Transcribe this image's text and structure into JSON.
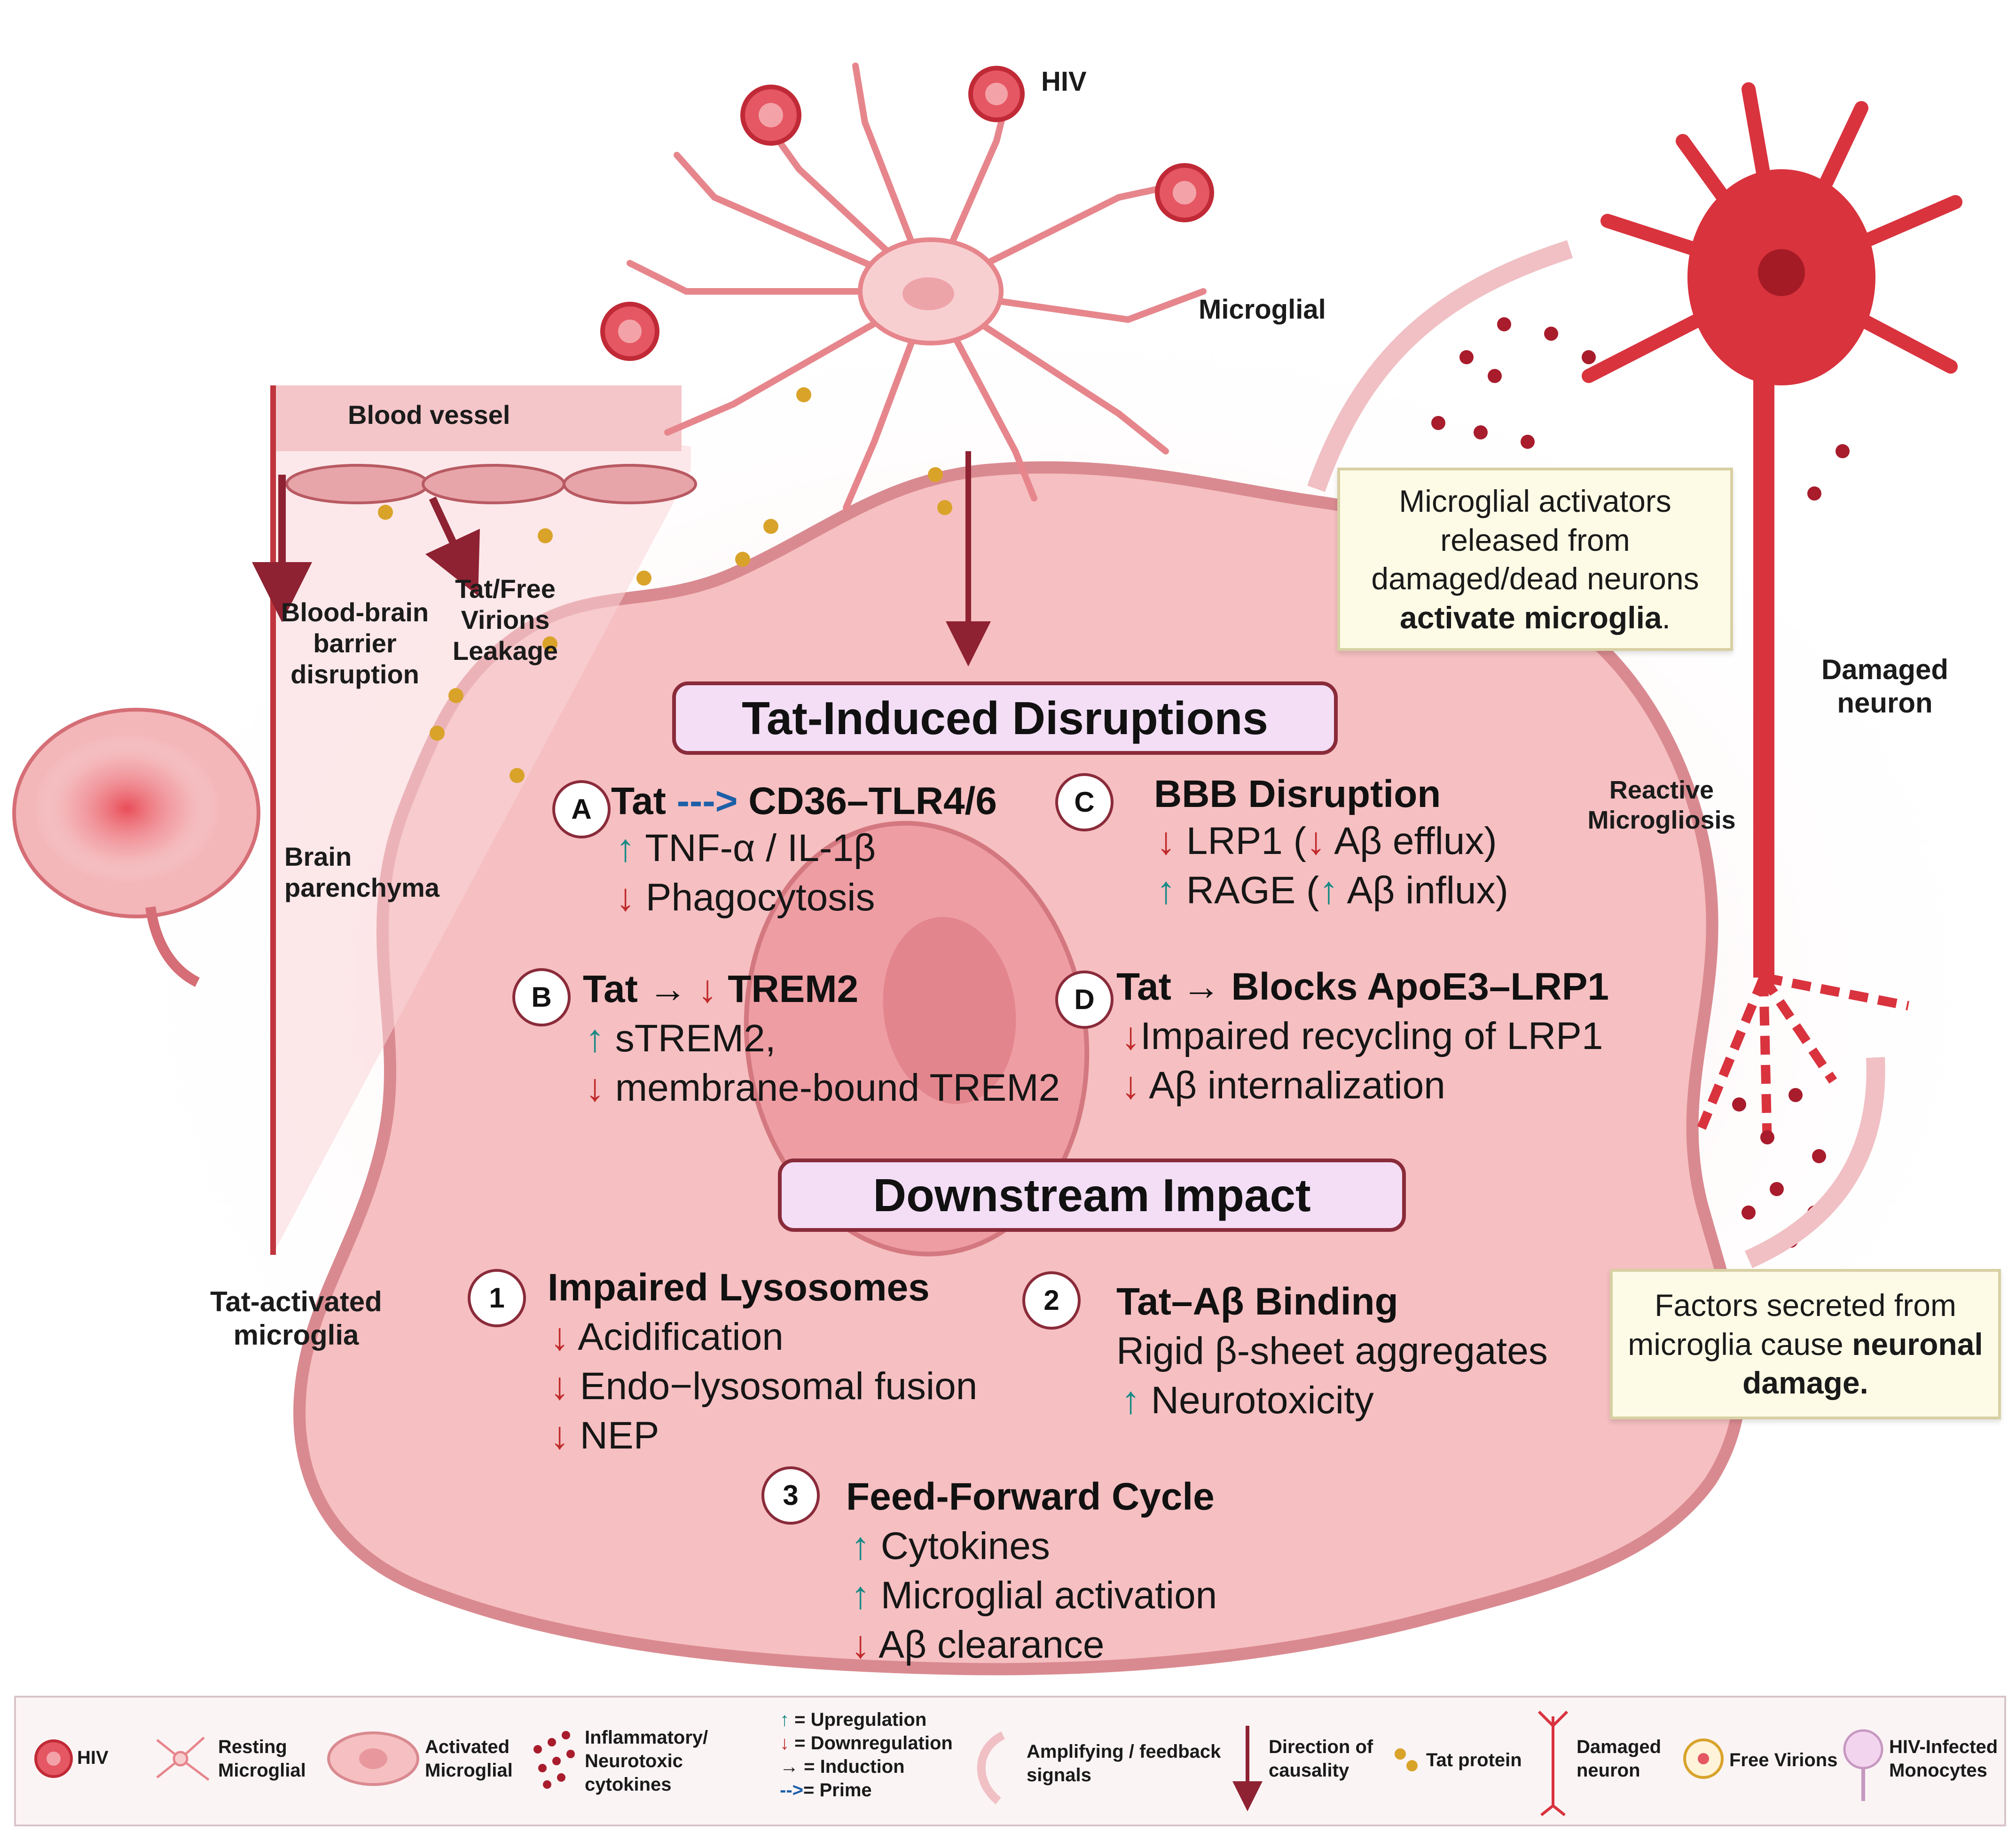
{
  "colors": {
    "cell_fill": "#f6c0c2",
    "cell_border": "#d98a90",
    "nucleus": "#e8989d",
    "neuron": "#d9333e",
    "box_border": "#8a2b3a",
    "box_fill": "#f3def6",
    "up_arrow": "#178a86",
    "down_arrow": "#c02a2a",
    "prime_arrow": "#1d5fa8",
    "dark_arrow": "#8e2232",
    "tat_protein": "#d9a32a",
    "cytokine": "#a81c2c"
  },
  "scene_labels": {
    "hiv": "HIV",
    "microglial": "Microglial",
    "blood_vessel": "Blood vessel",
    "bbb_disruption": "Blood-brain barrier disruption",
    "leakage": "Tat/Free Virions Leakage",
    "brain_parenchyma": "Brain parenchyma",
    "tat_activated": "Tat-activated microglia",
    "damaged_neuron": "Damaged neuron",
    "reactive_microgliosis": "Reactive Microgliosis"
  },
  "notes": {
    "activators_pre": "Microglial activators released from damaged/dead neurons ",
    "activators_bold": "activate microglia",
    "activators_post": ".",
    "factors_pre": "Factors secreted from microglia cause ",
    "factors_bold": "neuronal damage."
  },
  "tat": {
    "title": "Tat-Induced Disruptions",
    "a": {
      "badge": "A",
      "head_pre": "Tat ",
      "arrow": "--->",
      "head_post": " CD36–TLR4/6",
      "l1_arrow": "↑",
      "l1": " TNF-α / IL-1β",
      "l2_arrow": "↓",
      "l2": " Phagocytosis"
    },
    "b": {
      "badge": "B",
      "head_pre": "Tat → ",
      "arrow": "↓",
      "head_post": " TREM2",
      "l1_arrow": "↑",
      "l1": " sTREM2,",
      "l2_arrow": "↓",
      "l2": " membrane-bound TREM2"
    },
    "c": {
      "badge": "C",
      "head": "BBB Disruption",
      "l1_arrow": "↓",
      "l1_a": " LRP1 (",
      "l1_arrow2": "↓",
      "l1_b": " Aβ efflux)",
      "l2_arrow": "↑",
      "l2_a": " RAGE (",
      "l2_arrow2": "↑",
      "l2_b": " Aβ influx)"
    },
    "d": {
      "badge": "D",
      "head": "Tat → Blocks ApoE3–LRP1",
      "l1_arrow": "↓",
      "l1": "Impaired recycling of LRP1",
      "l2_arrow": "↓",
      "l2": " Aβ internalization"
    }
  },
  "impact": {
    "title": "Downstream Impact",
    "one": {
      "badge": "1",
      "head": "Impaired Lysosomes",
      "lines": [
        {
          "arrow": "↓",
          "text": " Acidification"
        },
        {
          "arrow": "↓",
          "text": " Endo−lysosomal fusion"
        },
        {
          "arrow": "↓",
          "text": " NEP"
        }
      ]
    },
    "two": {
      "badge": "2",
      "head": "Tat–Aβ Binding",
      "l1": "Rigid β-sheet aggregates",
      "l2_arrow": "↑",
      "l2": " Neurotoxicity"
    },
    "three": {
      "badge": "3",
      "head": "Feed-Forward Cycle",
      "lines": [
        {
          "arrow": "↑",
          "text": " Cytokines",
          "dir": "up"
        },
        {
          "arrow": "↑",
          "text": " Microglial activation",
          "dir": "up"
        },
        {
          "arrow": "↓",
          "text": " Aβ clearance",
          "dir": "dn"
        }
      ]
    }
  },
  "legend": {
    "hiv": "HIV",
    "resting": "Resting Microglial",
    "activated": "Activated Microglial",
    "cytokines": "Inflammatory/ Neurotoxic cytokines",
    "up": "= Upregulation",
    "down": "= Downregulation",
    "induction": "= Induction",
    "prime": "= Prime",
    "up_sym": "↑",
    "down_sym": "↓",
    "induction_sym": "→",
    "prime_sym": "-->",
    "amplifying": "Amplifying / feedback signals",
    "causality": "Direction of causality",
    "tat": "Tat protein",
    "damaged": "Damaged neuron",
    "virions": "Free Virions",
    "monocytes": "HIV-Infected Monocytes"
  }
}
